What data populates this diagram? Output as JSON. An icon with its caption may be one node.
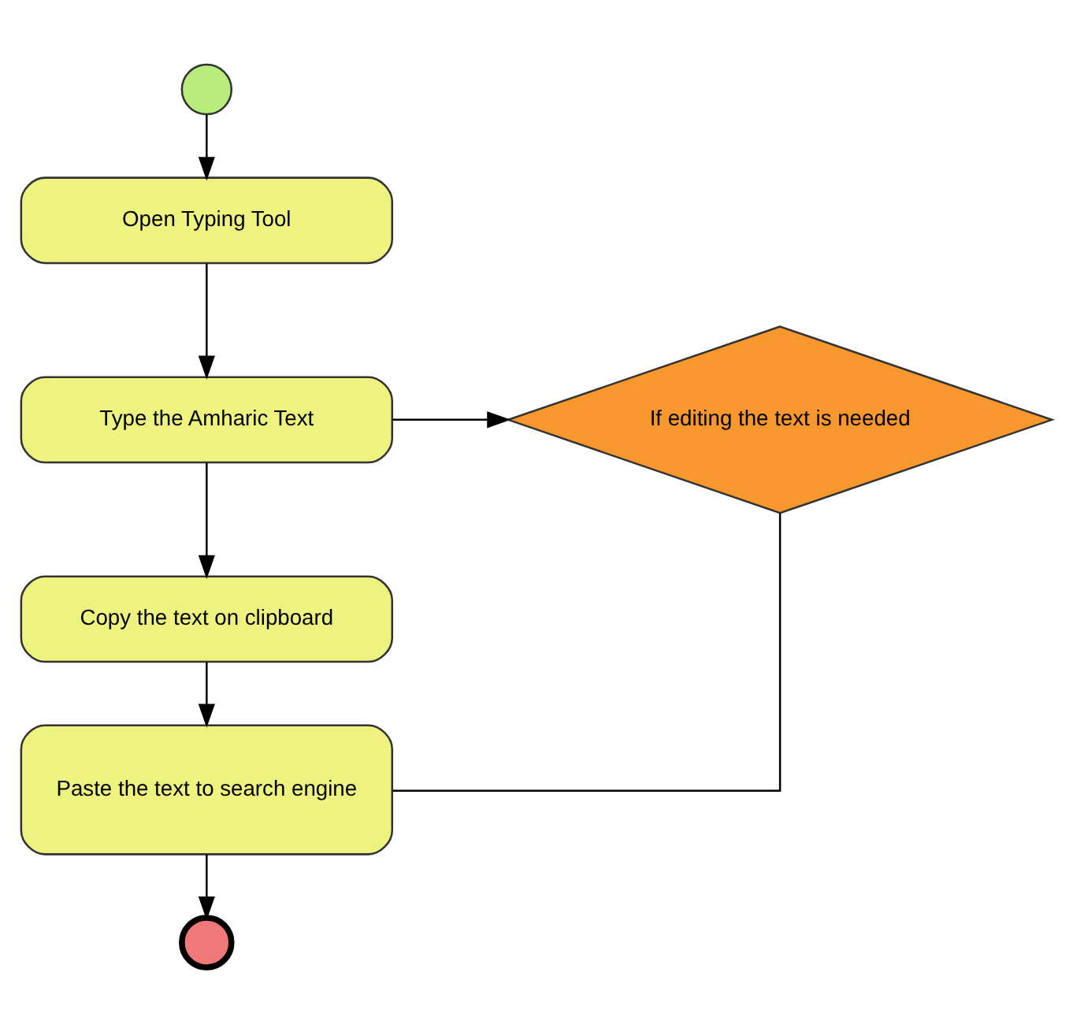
{
  "diagram": {
    "nodes": [
      {
        "text": [],
        "shape": "circle"
      },
      {
        "text": [
          "Open Typing Tool"
        ]
      },
      {
        "text": [
          "Type the Amharic Text"
        ]
      },
      {
        "text": [
          "Copy the text on clipboard"
        ]
      },
      {
        "text": [
          "Paste the text to search engine"
        ]
      },
      {
        "text": [],
        "shape": "circle"
      },
      {
        "text": [
          "If editing the text is needed"
        ]
      }
    ],
    "edges": [
      {
        "from": 0,
        "to": 1,
        "arrow": "to"
      },
      {
        "from": 1,
        "to": 2,
        "arrow": "to"
      },
      {
        "from": 2,
        "to": 3,
        "arrow": "to"
      },
      {
        "from": 3,
        "to": 4,
        "arrow": "to"
      },
      {
        "from": 4,
        "to": 5,
        "arrow": "to"
      },
      {
        "from": 2,
        "to": 6,
        "arrow": "to"
      },
      {
        "from": 6,
        "to": 4,
        "arrow": "none"
      }
    ]
  }
}
